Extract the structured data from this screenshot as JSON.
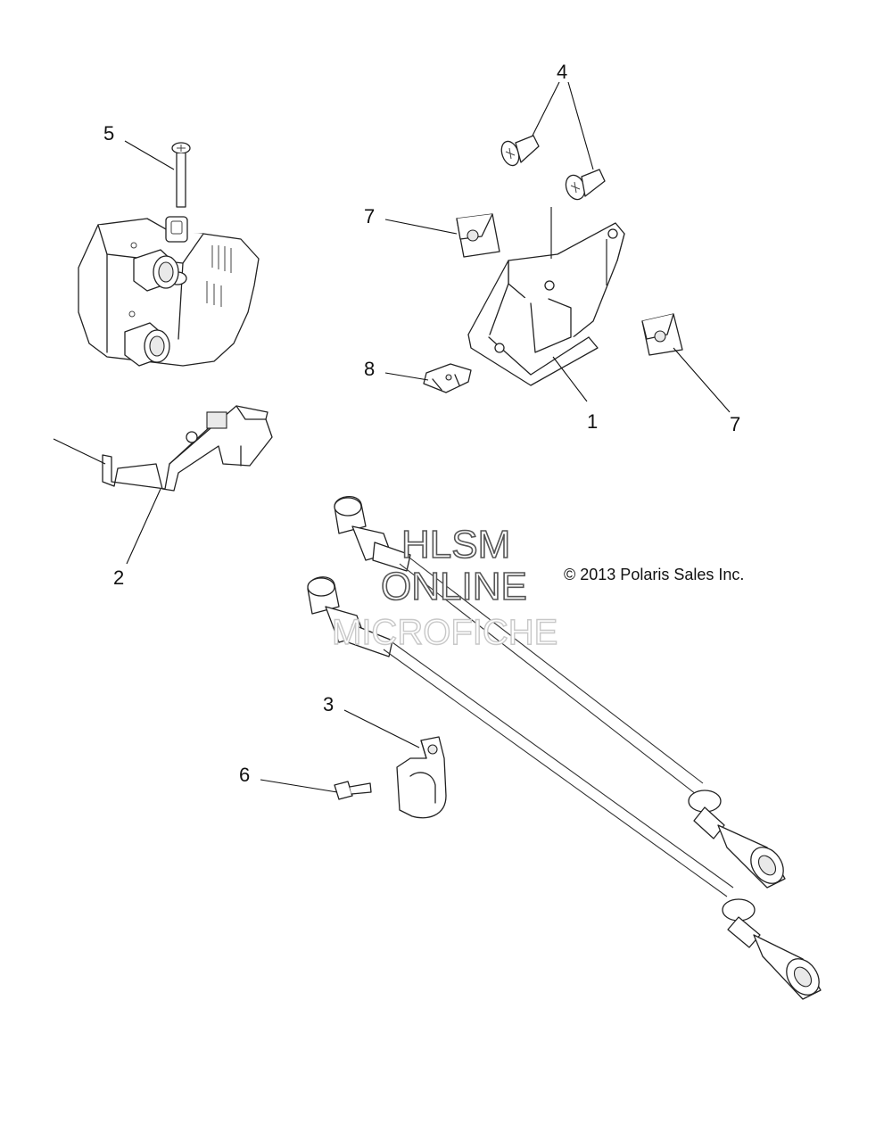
{
  "callouts": {
    "c1": "1",
    "c2": "2",
    "c3": "3",
    "c4": "4",
    "c5": "5",
    "c6": "6",
    "c7a": "7",
    "c7b": "7",
    "c8": "8"
  },
  "copyright": "© 2013 Polaris Sales Inc.",
  "watermark": {
    "line1": "HLSM",
    "line2": "ONLINE",
    "line3": "MICROFICHE"
  }
}
